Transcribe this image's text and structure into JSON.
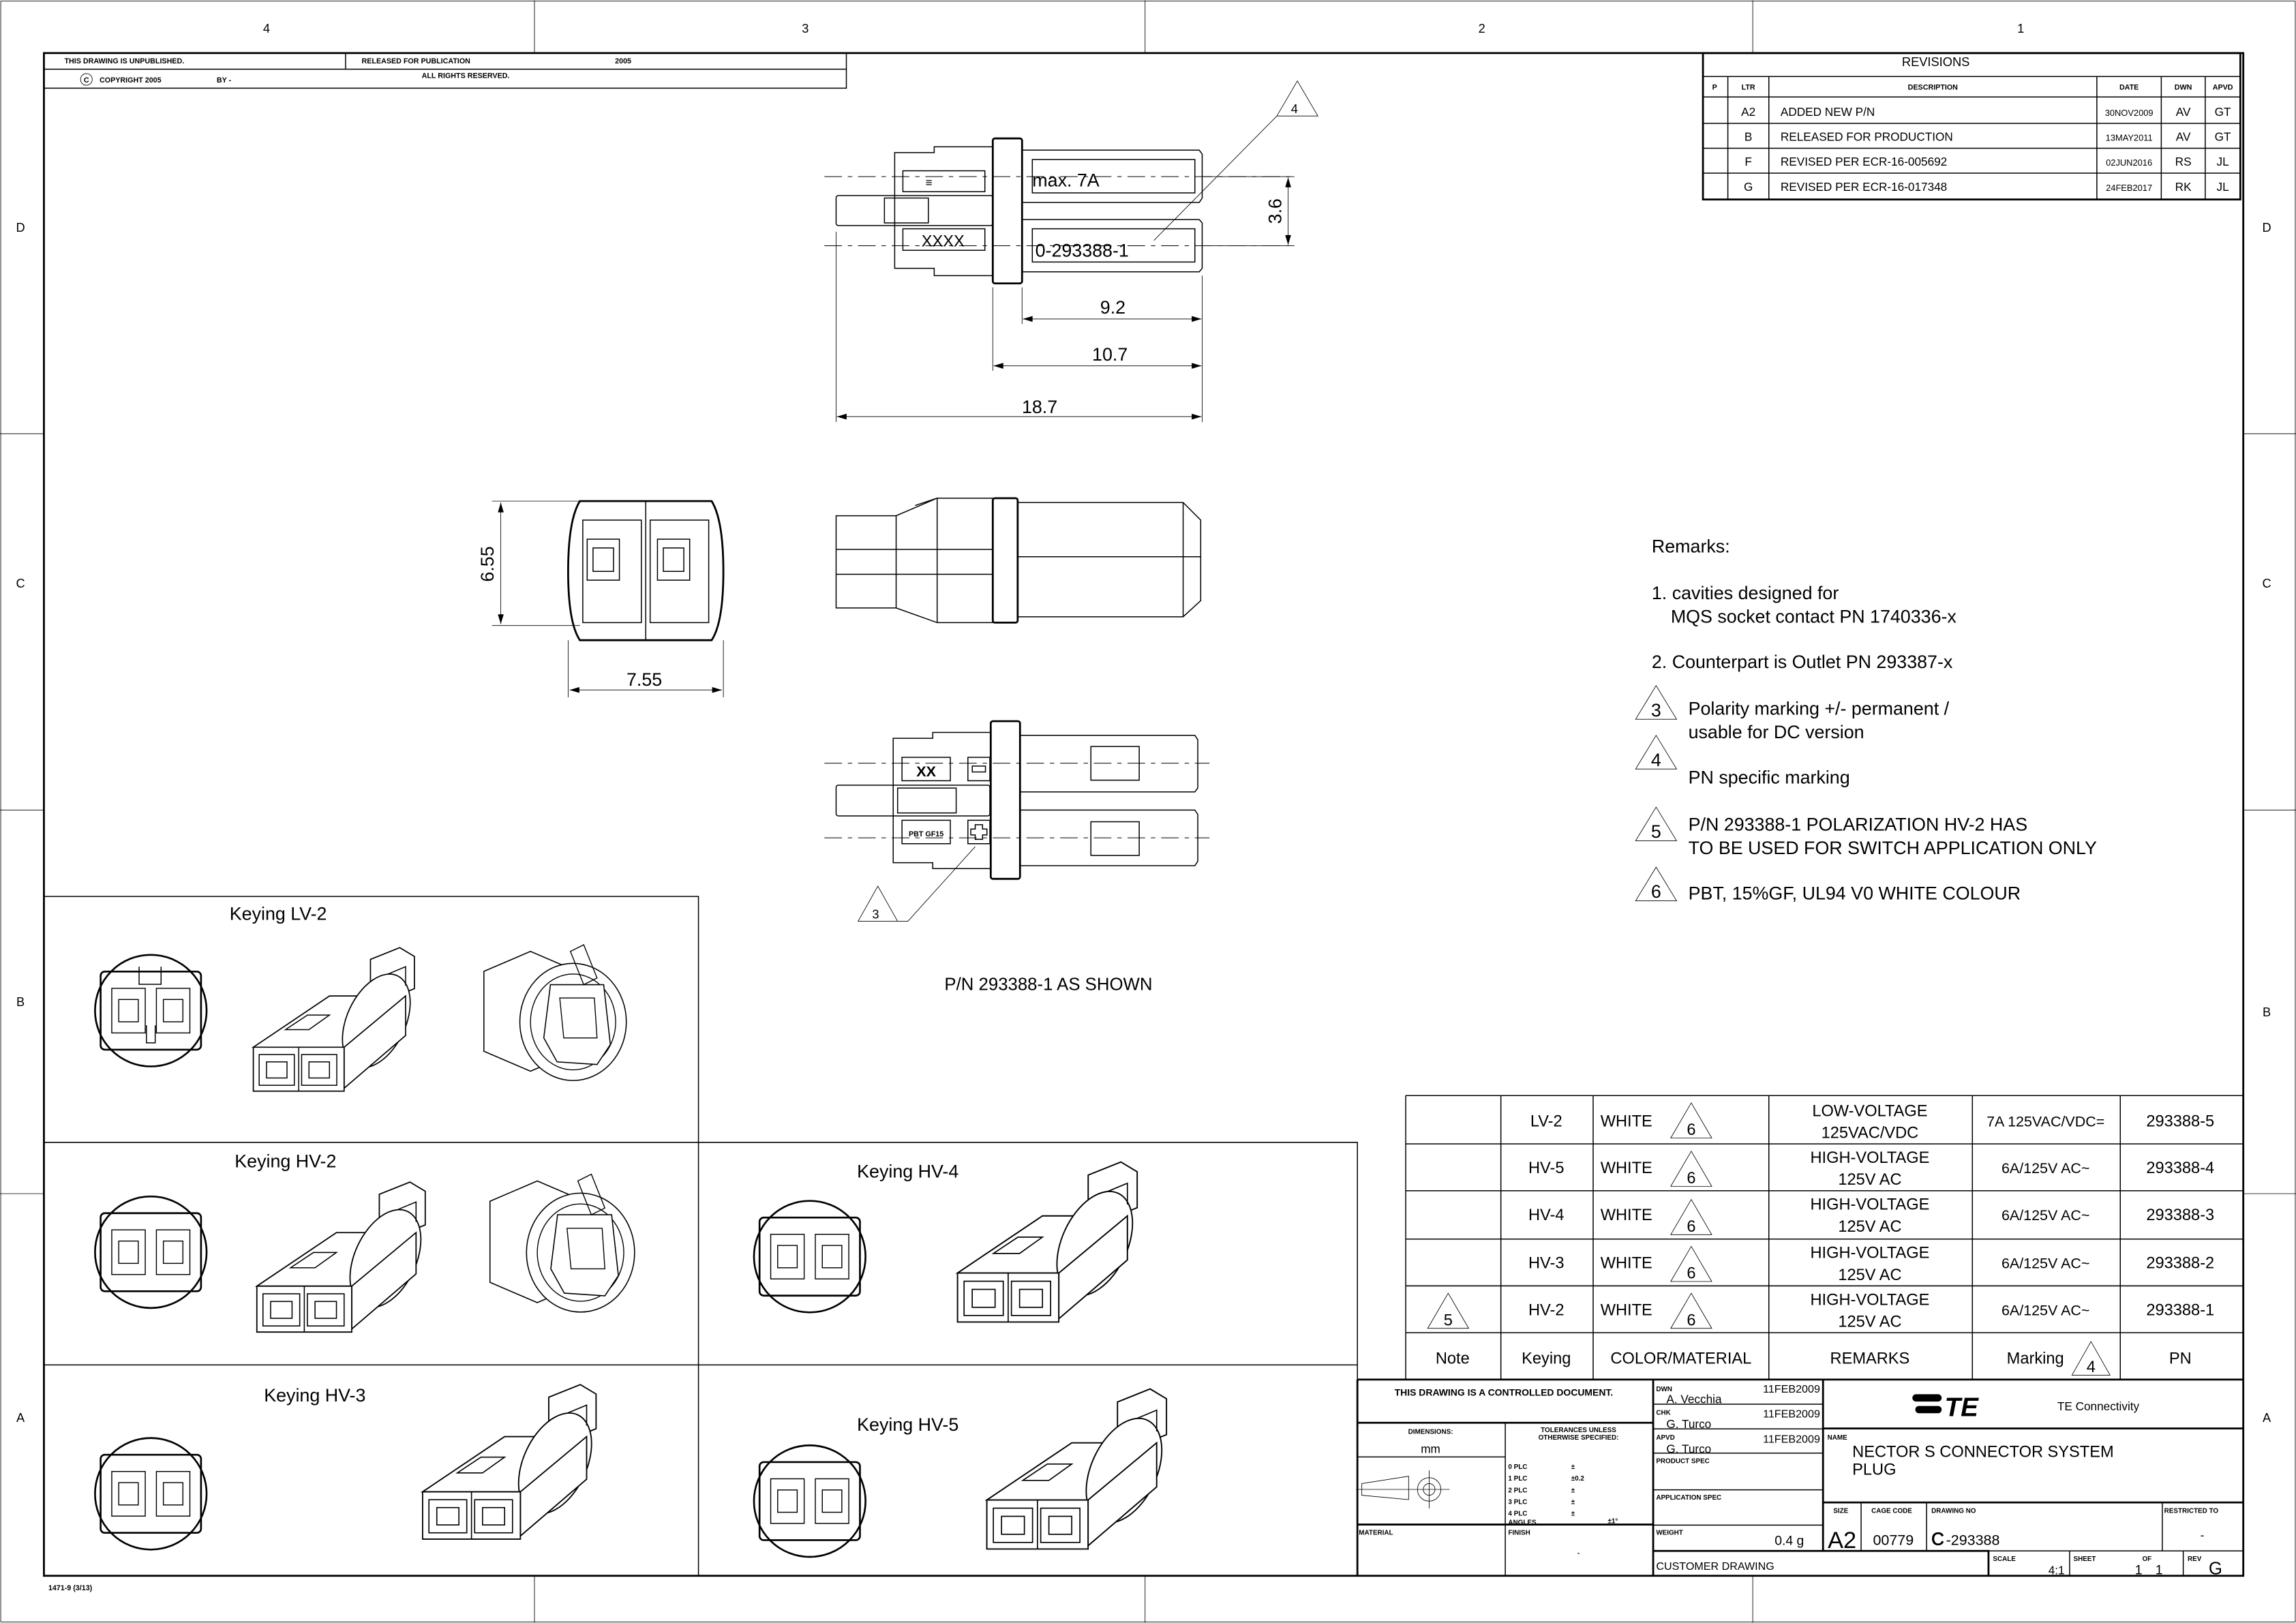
{
  "zones": {
    "columns": [
      "4",
      "3",
      "2",
      "1"
    ],
    "rows": [
      "D",
      "C",
      "B",
      "A"
    ]
  },
  "header": {
    "unpublished": "THIS DRAWING IS UNPUBLISHED.",
    "released": "RELEASED FOR PUBLICATION",
    "released_year": "2005",
    "copyright_symbol": "C",
    "copyright": "COPYRIGHT 2005",
    "by": "BY -",
    "rights": "ALL RIGHTS RESERVED."
  },
  "revisions": {
    "title": "REVISIONS",
    "headers": {
      "p": "P",
      "ltr": "LTR",
      "description": "DESCRIPTION",
      "date": "DATE",
      "dwn": "DWN",
      "apvd": "APVD"
    },
    "rows": [
      {
        "ltr": "A2",
        "description": "ADDED NEW P/N",
        "date": "30NOV2009",
        "dwn": "AV",
        "apvd": "GT"
      },
      {
        "ltr": "B",
        "description": "RELEASED FOR PRODUCTION",
        "date": "13MAY2011",
        "dwn": "AV",
        "apvd": "GT"
      },
      {
        "ltr": "F",
        "description": "REVISED PER ECR-16-005692",
        "date": "02JUN2016",
        "dwn": "RS",
        "apvd": "JL"
      },
      {
        "ltr": "G",
        "description": "REVISED PER ECR-16-017348",
        "date": "24FEB2017",
        "dwn": "RK",
        "apvd": "JL"
      }
    ]
  },
  "top_view": {
    "marking_rating": "max. 7A",
    "marking_pn": "0-293388-1",
    "marking_code": "XXXX",
    "dim_pitch": "3.6",
    "dim_arm": "9.2",
    "dim_front": "10.7",
    "dim_overall": "18.7",
    "callout": "4"
  },
  "front_view": {
    "dim_height": "6.55",
    "dim_width": "7.55"
  },
  "bottom_view": {
    "marking_code": "XX",
    "marking_material": "PBT GF15",
    "callout": "3"
  },
  "caption": "P/N 293388-1 AS SHOWN",
  "keying": [
    "Keying LV-2",
    "Keying HV-2",
    "Keying HV-4",
    "Keying HV-3",
    "Keying HV-5"
  ],
  "remarks": {
    "title": "Remarks:",
    "r1a": "1. cavities designed for",
    "r1b": "MQS socket contact PN 1740336-x",
    "r2": "2. Counterpart is Outlet PN 293387-x",
    "n3": "3",
    "r3a": "Polarity marking +/- permanent /",
    "r3b": "usable for DC version",
    "n4": "4",
    "r4": "PN specific marking",
    "n5": "5",
    "r5a": "P/N 293388-1 POLARIZATION HV-2 HAS",
    "r5b": "TO BE USED FOR SWITCH APPLICATION ONLY",
    "n6": "6",
    "r6": "PBT, 15%GF, UL94 V0 WHITE COLOUR"
  },
  "parts_table": {
    "headers": {
      "note": "Note",
      "keying": "Keying",
      "color": "COLOR/MATERIAL",
      "remarks": "REMARKS",
      "marking": "Marking",
      "marking_ref": "4",
      "pn": "PN"
    },
    "rows": [
      {
        "note": "",
        "keying": "LV-2",
        "color": "WHITE",
        "ref": "6",
        "remarks1": "LOW-VOLTAGE",
        "remarks2": "125VAC/VDC",
        "marking": "7A 125VAC/VDC=",
        "pn": "293388-5"
      },
      {
        "note": "",
        "keying": "HV-5",
        "color": "WHITE",
        "ref": "6",
        "remarks1": "HIGH-VOLTAGE",
        "remarks2": "125V AC",
        "marking": "6A/125V AC~",
        "pn": "293388-4"
      },
      {
        "note": "",
        "keying": "HV-4",
        "color": "WHITE",
        "ref": "6",
        "remarks1": "HIGH-VOLTAGE",
        "remarks2": "125V AC",
        "marking": "6A/125V AC~",
        "pn": "293388-3"
      },
      {
        "note": "",
        "keying": "HV-3",
        "color": "WHITE",
        "ref": "6",
        "remarks1": "HIGH-VOLTAGE",
        "remarks2": "125V AC",
        "marking": "6A/125V AC~",
        "pn": "293388-2"
      },
      {
        "note": "5",
        "keying": "HV-2",
        "color": "WHITE",
        "ref": "6",
        "remarks1": "HIGH-VOLTAGE",
        "remarks2": "125V AC",
        "marking": "6A/125V AC~",
        "pn": "293388-1"
      }
    ]
  },
  "title_block": {
    "controlled": "THIS DRAWING IS A CONTROLLED DOCUMENT.",
    "dimensions_label": "DIMENSIONS:",
    "dimensions_value": "mm",
    "tolerances_1": "TOLERANCES UNLESS",
    "tolerances_2": "OTHERWISE SPECIFIED:",
    "plc": [
      "0 PLC",
      "1 PLC",
      "2 PLC",
      "3 PLC",
      "4 PLC"
    ],
    "plc_values": [
      "±",
      "±0.2",
      "±",
      "±",
      "±"
    ],
    "angles": "ANGLES",
    "angles_value": "±1°",
    "material": "MATERIAL",
    "finish": "FINISH",
    "finish_value": "-",
    "dwn_label": "DWN",
    "dwn_name": "A. Vecchia",
    "dwn_date": "11FEB2009",
    "chk_label": "CHK",
    "chk_name": "G. Turco",
    "chk_date": "11FEB2009",
    "apvd_label": "APVD",
    "apvd_name": "G. Turco",
    "apvd_date": "11FEB2009",
    "product_spec": "PRODUCT SPEC",
    "application_spec": "APPLICATION SPEC",
    "weight_label": "WEIGHT",
    "weight_value": "0.4 g",
    "customer_drawing": "CUSTOMER DRAWING",
    "logo": "TE",
    "company": "TE Connectivity",
    "name_label": "NAME",
    "name_1": "NECTOR S CONNECTOR SYSTEM",
    "name_2": "PLUG",
    "size_label": "SIZE",
    "size_value": "A2",
    "cage_label": "CAGE CODE",
    "cage_value": "00779",
    "drawing_no_label": "DRAWING NO",
    "drawing_no_prefix": "C",
    "drawing_no": "-293388",
    "restricted_label": "RESTRICTED TO",
    "restricted_value": "-",
    "scale_label": "SCALE",
    "scale_value": "4:1",
    "sheet_label": "SHEET",
    "sheet_value": "1",
    "of_label": "OF",
    "sheet_total": "1",
    "rev_label": "REV",
    "rev_value": "G"
  },
  "form_number": "1471-9 (3/13)"
}
